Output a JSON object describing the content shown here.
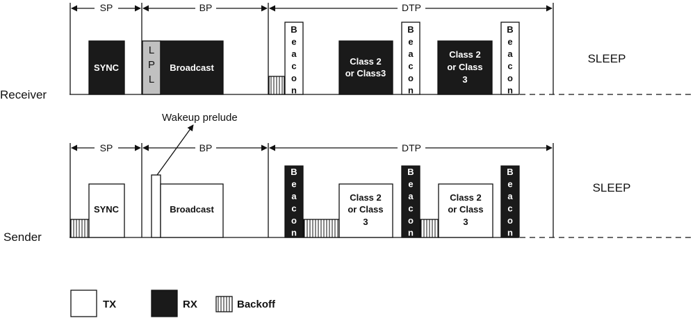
{
  "receiver": {
    "label": "Receiver",
    "periods": {
      "sp": "SP",
      "bp": "BP",
      "dtp": "DTP"
    },
    "sync": "SYNC",
    "lpl": "LPL",
    "broadcast": "Broadcast",
    "beacon": "Beacon",
    "class_a": [
      "Class 2",
      "or Class3"
    ],
    "class_b": [
      "Class 2",
      "or  Class",
      "3"
    ],
    "sleep": "SLEEP"
  },
  "annotation": {
    "wakeup": "Wakeup prelude"
  },
  "sender": {
    "label": "Sender",
    "periods": {
      "sp": "SP",
      "bp": "BP",
      "dtp": "DTP"
    },
    "sync": "SYNC",
    "broadcast": "Broadcast",
    "beacon": "Beacon",
    "class_a": [
      "Class 2",
      "or  Class",
      "3"
    ],
    "class_b": [
      "Class 2",
      "or  Class",
      "3"
    ],
    "sleep": "SLEEP"
  },
  "legend": {
    "tx": "TX",
    "rx": "RX",
    "backoff": "Backoff"
  },
  "colors": {
    "tx": "#ffffff",
    "rx": "#1a1a1a",
    "lpl": "#c0c0c0"
  }
}
